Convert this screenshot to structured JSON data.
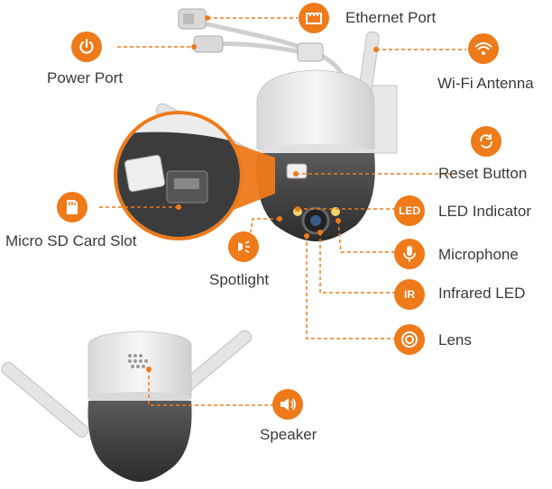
{
  "colors": {
    "accent": "#ef7a1a",
    "label_text": "#3a3a3a",
    "camera_body": "#ededed",
    "camera_dome": "#4a4a4a"
  },
  "labels": {
    "ethernet_port": "Ethernet Port",
    "power_port": "Power Port",
    "wifi_antenna": "Wi-Fi Antenna",
    "reset_button": "Reset Button",
    "led_indicator": "LED Indicator",
    "micro_sd_card_slot": "Micro SD Card Slot",
    "spotlight": "Spotlight",
    "microphone": "Microphone",
    "infrared_led": "Infrared LED",
    "lens": "Lens",
    "speaker": "Speaker"
  },
  "icon_text": {
    "led": "LED",
    "ir": "IR"
  },
  "icons": [
    "ethernet-icon",
    "power-icon",
    "wifi-icon",
    "reset-icon",
    "led-icon",
    "sd-card-icon",
    "spotlight-icon",
    "microphone-icon",
    "infrared-icon",
    "lens-icon",
    "speaker-icon"
  ]
}
